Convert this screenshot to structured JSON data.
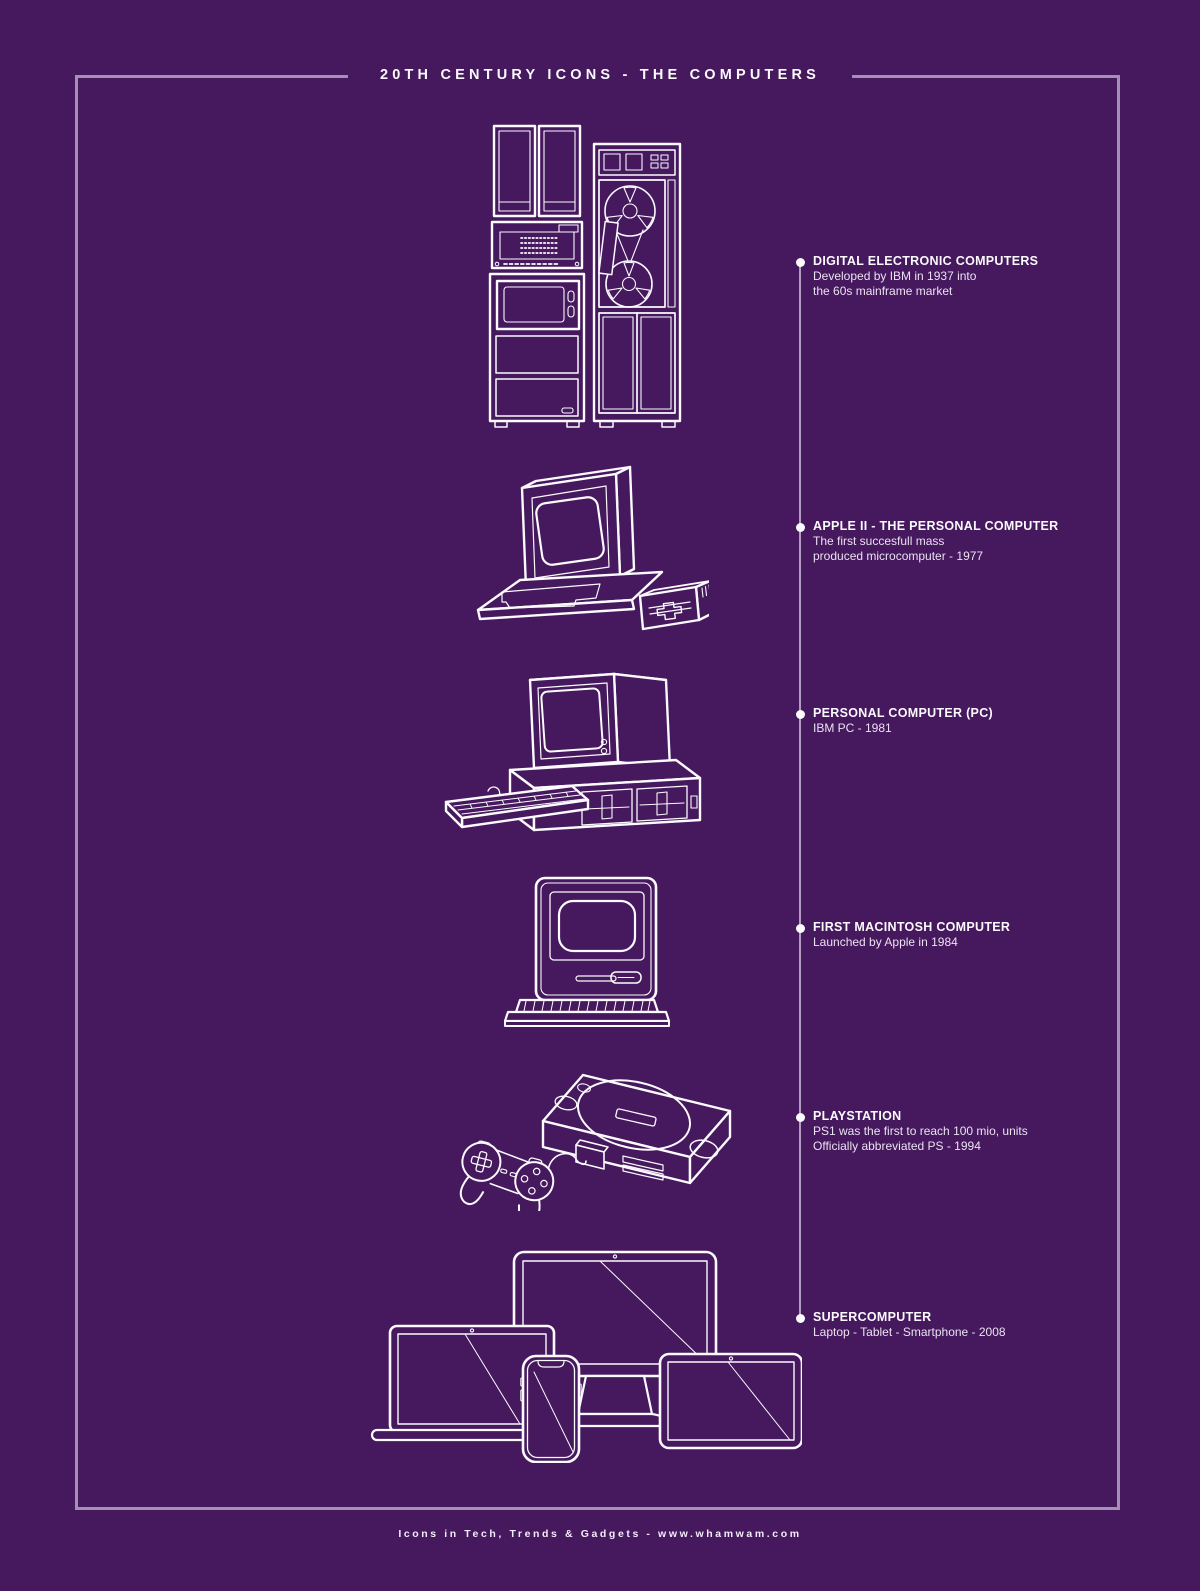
{
  "poster": {
    "title": "20TH CENTURY ICONS - THE COMPUTERS",
    "footer": "Icons in Tech, Trends & Gadgets - www.whamwam.com"
  },
  "colors": {
    "background": "#46185e",
    "frame": "#a48fb5",
    "ink": "#fbfafd",
    "timeline": "#c5b4d4",
    "text": "#f3edf8"
  },
  "timeline": {
    "entries": [
      {
        "title": "DIGITAL ELECTRONIC COMPUTERS",
        "desc": "Developed by IBM in 1937 into\nthe 60s mainframe market",
        "icon": "mainframe-illustration"
      },
      {
        "title": "APPLE II - THE PERSONAL COMPUTER",
        "desc": "The first succesfull mass\nproduced microcomputer - 1977",
        "icon": "apple-ii-illustration"
      },
      {
        "title": "PERSONAL COMPUTER (PC)",
        "desc": "IBM PC - 1981",
        "icon": "ibm-pc-illustration"
      },
      {
        "title": "FIRST MACINTOSH COMPUTER",
        "desc": "Launched by Apple in 1984",
        "icon": "macintosh-illustration"
      },
      {
        "title": "PLAYSTATION",
        "desc": "PS1 was the first to reach 100 mio, units\nOfficially abbreviated PS - 1994",
        "icon": "playstation-illustration"
      },
      {
        "title": "SUPERCOMPUTER",
        "desc": "Laptop - Tablet - Smartphone - 2008",
        "icon": "devices-illustration"
      }
    ]
  }
}
